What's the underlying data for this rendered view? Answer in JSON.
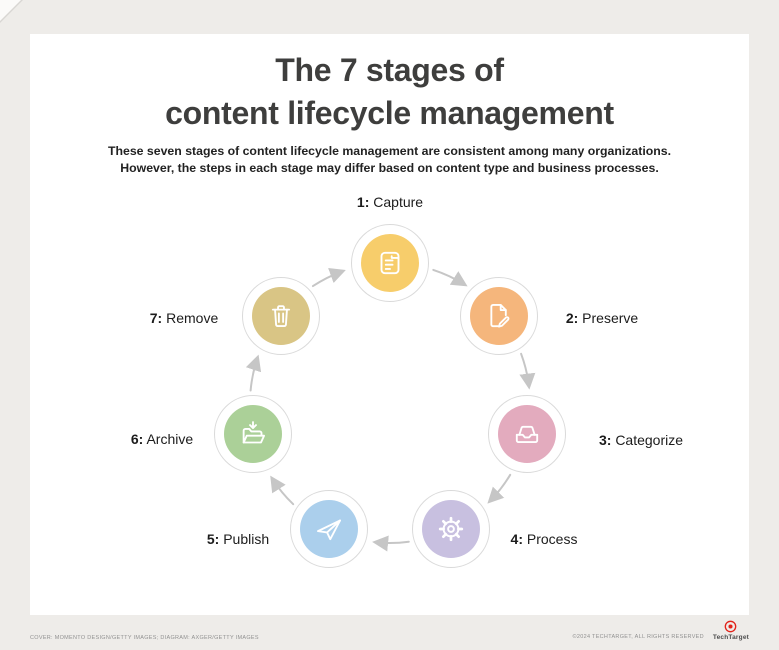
{
  "colors": {
    "background": "#eeece9",
    "card": "#ffffff",
    "title": "#3e3e3d"
  },
  "header": {
    "title_line1": "The 7 stages of",
    "title_line2": "content lifecycle management",
    "subtitle_line1": "These seven stages of content lifecycle management are consistent among many organizations.",
    "subtitle_line2": "However, the steps in each stage may differ based on content type and business processes."
  },
  "diagram": {
    "type": "cycle",
    "flow_direction": "clockwise",
    "arrow_color": "#c6c6c6"
  },
  "stages": [
    {
      "num": "1:",
      "label": "Capture",
      "color": "#f7cd6b",
      "icon": "scroll-icon"
    },
    {
      "num": "2:",
      "label": "Preserve",
      "color": "#f5b67c",
      "icon": "document-edit-icon"
    },
    {
      "num": "3:",
      "label": "Categorize",
      "color": "#e3abbe",
      "icon": "inbox-tray-icon"
    },
    {
      "num": "4:",
      "label": "Process",
      "color": "#c8c0e0",
      "icon": "gear-icon"
    },
    {
      "num": "5:",
      "label": "Publish",
      "color": "#abcfec",
      "icon": "paper-plane-icon"
    },
    {
      "num": "6:",
      "label": "Archive",
      "color": "#abd098",
      "icon": "archive-folder-icon"
    },
    {
      "num": "7:",
      "label": "Remove",
      "color": "#d9c585",
      "icon": "trash-icon"
    }
  ],
  "footer": {
    "credit": "COVER: MOMENTO DESIGN/GETTY IMAGES; DIAGRAM: AXGER/GETTY IMAGES",
    "copyright": "©2024 TECHTARGET, ALL RIGHTS RESERVED",
    "brand": "TechTarget"
  }
}
